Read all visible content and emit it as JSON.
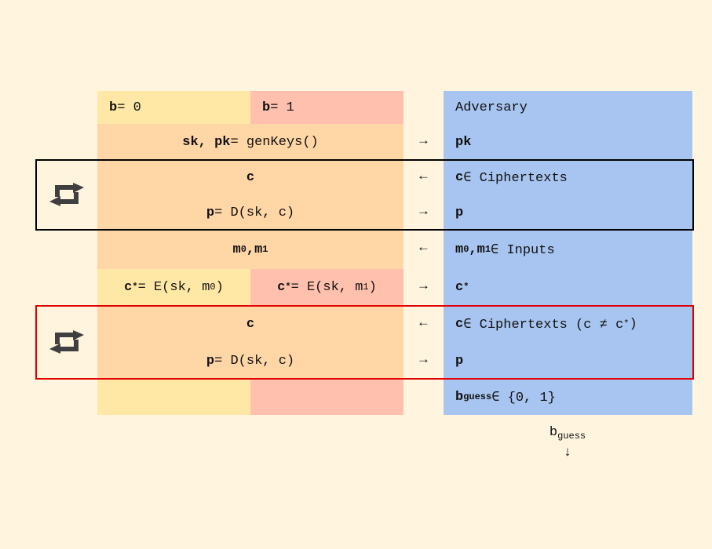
{
  "header": {
    "b0_label": "b",
    "b0_eq": " = 0",
    "b1_label": "b",
    "b1_eq": " = 1",
    "adversary": "Adversary"
  },
  "keygen": {
    "left_bold": "sk, pk",
    "left_rest": " = genKeys()",
    "right": "pk",
    "arrow": "→"
  },
  "phase1": {
    "query_left": "c",
    "query_arrow": "←",
    "query_right_bold": "c",
    "query_right_rest": " ∈ Ciphertexts",
    "answer_left_bold": "p",
    "answer_left_rest": " = D(sk, c)",
    "answer_arrow": "→",
    "answer_right": "p"
  },
  "challenge": {
    "m_left_m0": "m",
    "m_left_sub0": "0",
    "m_left_sep": ", ",
    "m_left_m1": "m",
    "m_left_sub1": "1",
    "m_arrow": "←",
    "m_right_m0": "m",
    "m_right_sub0": "0",
    "m_right_sep": ", ",
    "m_right_m1": "m",
    "m_right_sub1": "1",
    "m_right_rest": " ∈ Inputs",
    "cstar_b0_c": "c",
    "cstar_b0_sup": "*",
    "cstar_b0_rest": " = E(sk, m",
    "cstar_b0_sub": "0",
    "cstar_b0_close": ")",
    "cstar_b1_c": "c",
    "cstar_b1_sup": "*",
    "cstar_b1_rest": " = E(sk, m",
    "cstar_b1_sub": "1",
    "cstar_b1_close": ")",
    "cstar_arrow": "→",
    "cstar_right_c": "c",
    "cstar_right_sup": "*"
  },
  "phase2": {
    "query_left": "c",
    "query_arrow": "←",
    "query_right_bold": "c",
    "query_right_rest": " ∈ Ciphertexts (c ≠ c",
    "query_right_sup": "*",
    "query_right_close": ")",
    "answer_left_bold": "p",
    "answer_left_rest": " = D(sk, c)",
    "answer_arrow": "→",
    "answer_right": "p"
  },
  "guess": {
    "right_b": "b",
    "right_sub": "guess",
    "right_rest": " ∈ {0, 1}",
    "output_b": "b",
    "output_sub": "guess",
    "output_arrow": "↓"
  },
  "colors": {
    "background": "#FFF4DE",
    "b0_column": "#FFE8A6",
    "b1_column": "#FFC1AE",
    "challenger_shared": "#FFD6A6",
    "adversary": "#A8C5F1",
    "phase1_frame": "#000000",
    "phase2_frame": "#E00000"
  },
  "icons": {
    "phase1_repeat": "repeat-icon",
    "phase2_repeat": "repeat-icon"
  }
}
